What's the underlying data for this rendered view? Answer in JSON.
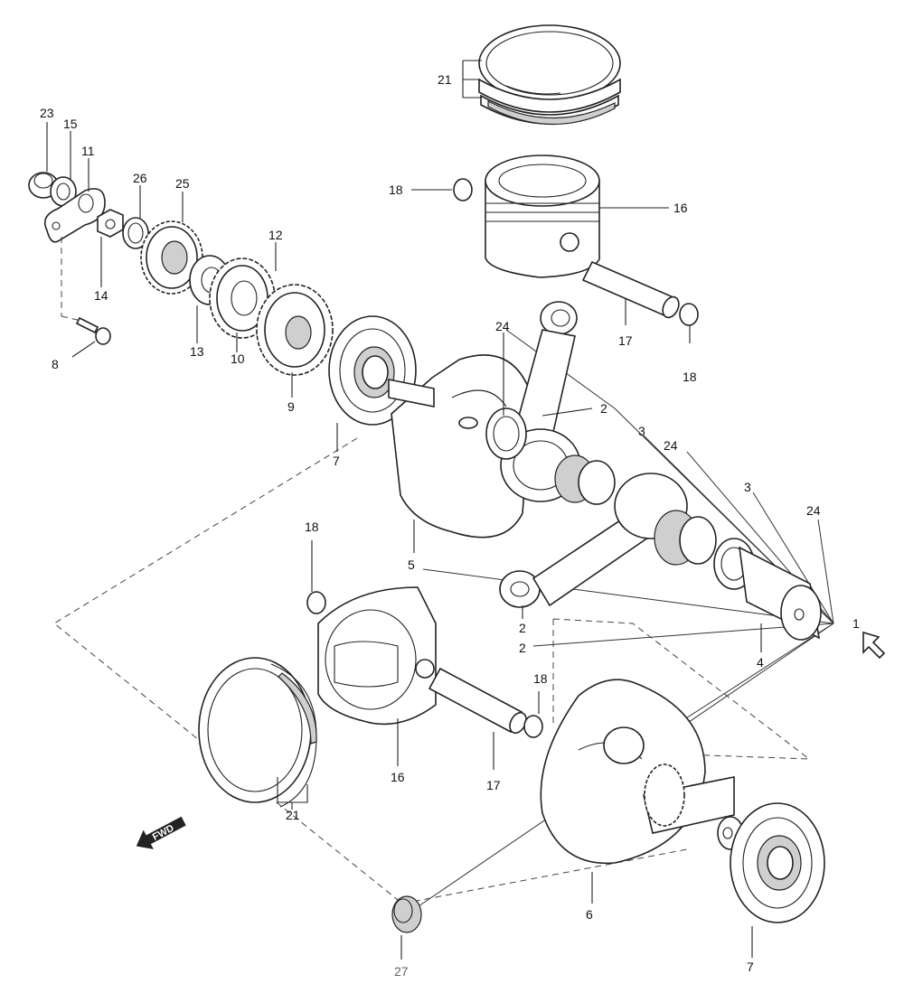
{
  "callouts": {
    "c1": "1",
    "c2a": "2",
    "c2b": "2",
    "c2c": "2",
    "c3a": "3",
    "c3b": "3",
    "c4": "4",
    "c5": "5",
    "c6": "6",
    "c7a": "7",
    "c7b": "7",
    "c8": "8",
    "c9": "9",
    "c10": "10",
    "c11": "11",
    "c12": "12",
    "c13": "13",
    "c14": "14",
    "c15": "15",
    "c16a": "16",
    "c16b": "16",
    "c17a": "17",
    "c17b": "17",
    "c18a": "18",
    "c18b": "18",
    "c18c": "18",
    "c18d": "18",
    "c21a": "21",
    "c21b": "21",
    "c23": "23",
    "c24a": "24",
    "c24b": "24",
    "c24c": "24",
    "c25": "25",
    "c26": "26",
    "c27": "27"
  },
  "fwd_indicator": {
    "label": "FWD"
  },
  "colors": {
    "line": "#222222",
    "background": "#ffffff",
    "grey_label": "#666666"
  }
}
